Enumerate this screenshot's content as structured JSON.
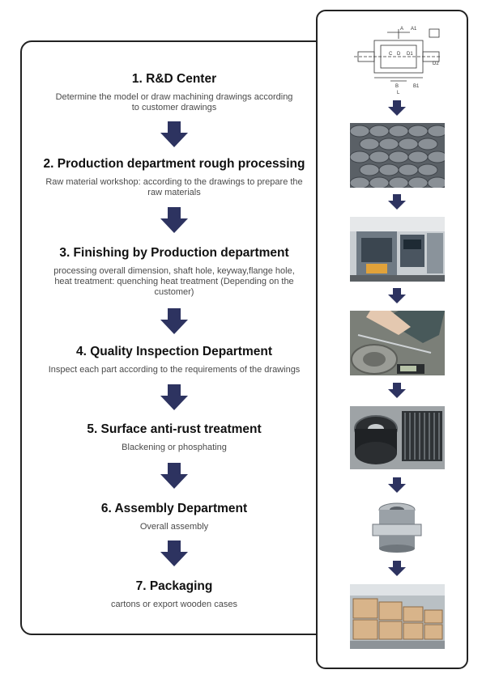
{
  "steps": [
    {
      "title": "1. R&D Center",
      "desc": "Determine the model or draw machining drawings according to customer drawings"
    },
    {
      "title": "2. Production department rough processing",
      "desc": "Raw material workshop: according to the drawings to prepare the raw materials"
    },
    {
      "title": "3. Finishing by Production department",
      "desc": "processing overall dimension, shaft hole, keyway,flange hole, heat treatment: quenching heat treatment (Depending on the customer)"
    },
    {
      "title": "4. Quality Inspection Department",
      "desc": "Inspect each part according to the requirements of the drawings"
    },
    {
      "title": "5. Surface anti-rust treatment",
      "desc": "Blackening or phosphating"
    },
    {
      "title": "6. Assembly Department",
      "desc": "Overall assembly"
    },
    {
      "title": "7. Packaging",
      "desc": "cartons or export wooden cases"
    }
  ],
  "photos": [
    {
      "icon": "technical-drawing-image"
    },
    {
      "icon": "raw-castings-image"
    },
    {
      "icon": "cnc-machine-image"
    },
    {
      "icon": "measurement-inspection-image"
    },
    {
      "icon": "blackened-gear-parts-image"
    },
    {
      "icon": "assembled-coupling-image"
    },
    {
      "icon": "wooden-cases-warehouse-image"
    }
  ],
  "drawing_labels": {
    "a": "A",
    "a1": "A1",
    "b": "B",
    "b1": "B1",
    "c": "C",
    "d": "D",
    "d1": "D1",
    "d2": "D2",
    "l": "L"
  },
  "colors": {
    "arrow": "#2d3360",
    "border": "#222222",
    "title": "#111111",
    "desc": "#4a4a4a"
  }
}
